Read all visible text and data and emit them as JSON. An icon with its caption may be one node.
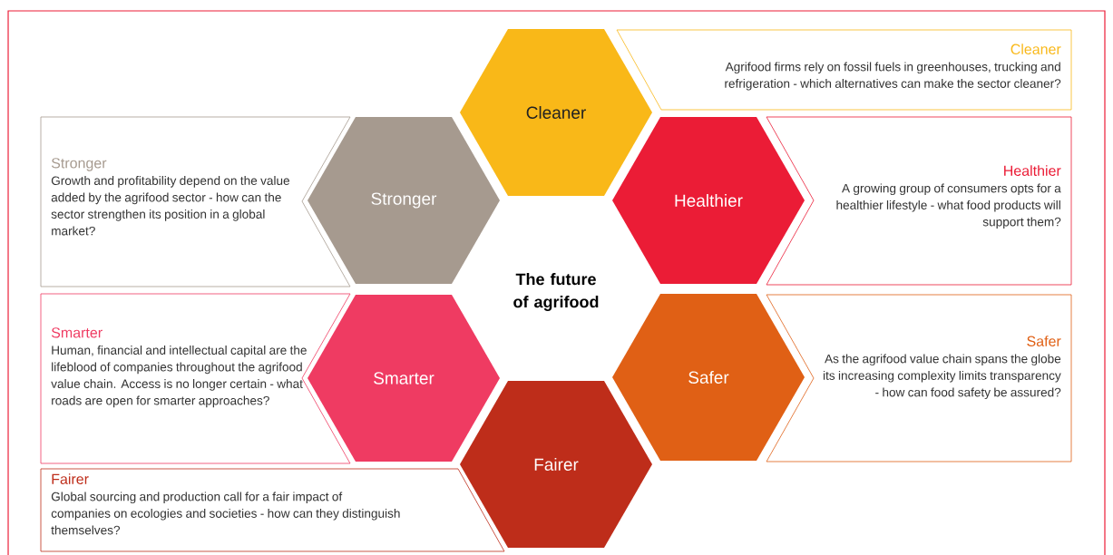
{
  "diagram": {
    "title": "The future of agrifood",
    "nodes": [
      {
        "text": [
          "Cleaner"
        ]
      },
      {
        "text": [
          "Cleaner",
          "Agrifood firms rely on fossil fuels in greenhouses, trucking and refrigeration - which alternatives can make the sector cleaner?"
        ]
      },
      {
        "text": [
          "Stronger",
          "Growth and profitability depend on the value added by the agrifood sector - how can the sector strengthen its position in a global market?"
        ]
      },
      {
        "text": [
          "Stronger"
        ]
      },
      {
        "text": [
          "Healthier"
        ]
      },
      {
        "text": [
          "Healthier",
          "A growing group of consumers opts for a healthier lifestyle - what food products will support them?"
        ]
      },
      {
        "text": [
          "Smarter",
          "Human, financial and intellectual capital are the lifeblood of companies throughout the agrifood value chain. Access is no longer certain - what roads are open for smarter approaches?"
        ]
      },
      {
        "text": [
          "Smarter"
        ]
      },
      {
        "text": [
          "Safer"
        ]
      },
      {
        "text": [
          "Safer",
          "As the agrifood value chain spans the globe its increasing complexity limits transparency - how can food safety be assured?"
        ]
      },
      {
        "text": [
          "Fairer",
          "Global sourcing and production call for a fair impact of companies on ecologies and societies - how can they distinguish themselves?"
        ]
      },
      {
        "text": [
          "Fairer"
        ]
      }
    ]
  }
}
